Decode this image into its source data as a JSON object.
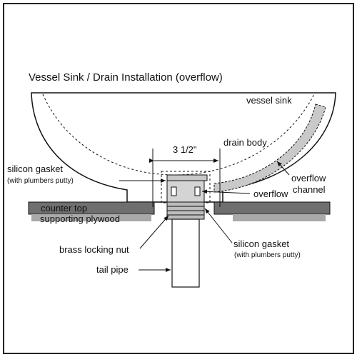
{
  "title": "Vessel Sink / Drain Installation (overflow)",
  "labels": {
    "vessel_sink": "vessel sink",
    "dimension": "3 1/2\"",
    "drain_body": "drain body",
    "silicon_gasket_top": "silicon gasket",
    "putty_note_top": "(with plumbers putty)",
    "overflow_channel_1": "overflow",
    "overflow_channel_2": "channel",
    "overflow": "overflow",
    "counter_top": "counter top",
    "supporting_plywood": "supporting plywood",
    "brass_locking_nut": "brass locking nut",
    "silicon_gasket_bottom": "silicon gasket",
    "putty_note_bottom": "(with plumbers putty)",
    "tail_pipe": "tail pipe"
  },
  "colors": {
    "stroke": "#111111",
    "counter_top": "#6f6f6f",
    "plywood": "#a9a9a9",
    "channel": "#c9c9c9",
    "drain": "#c8c8c8",
    "nut": "#bdbdbd"
  }
}
